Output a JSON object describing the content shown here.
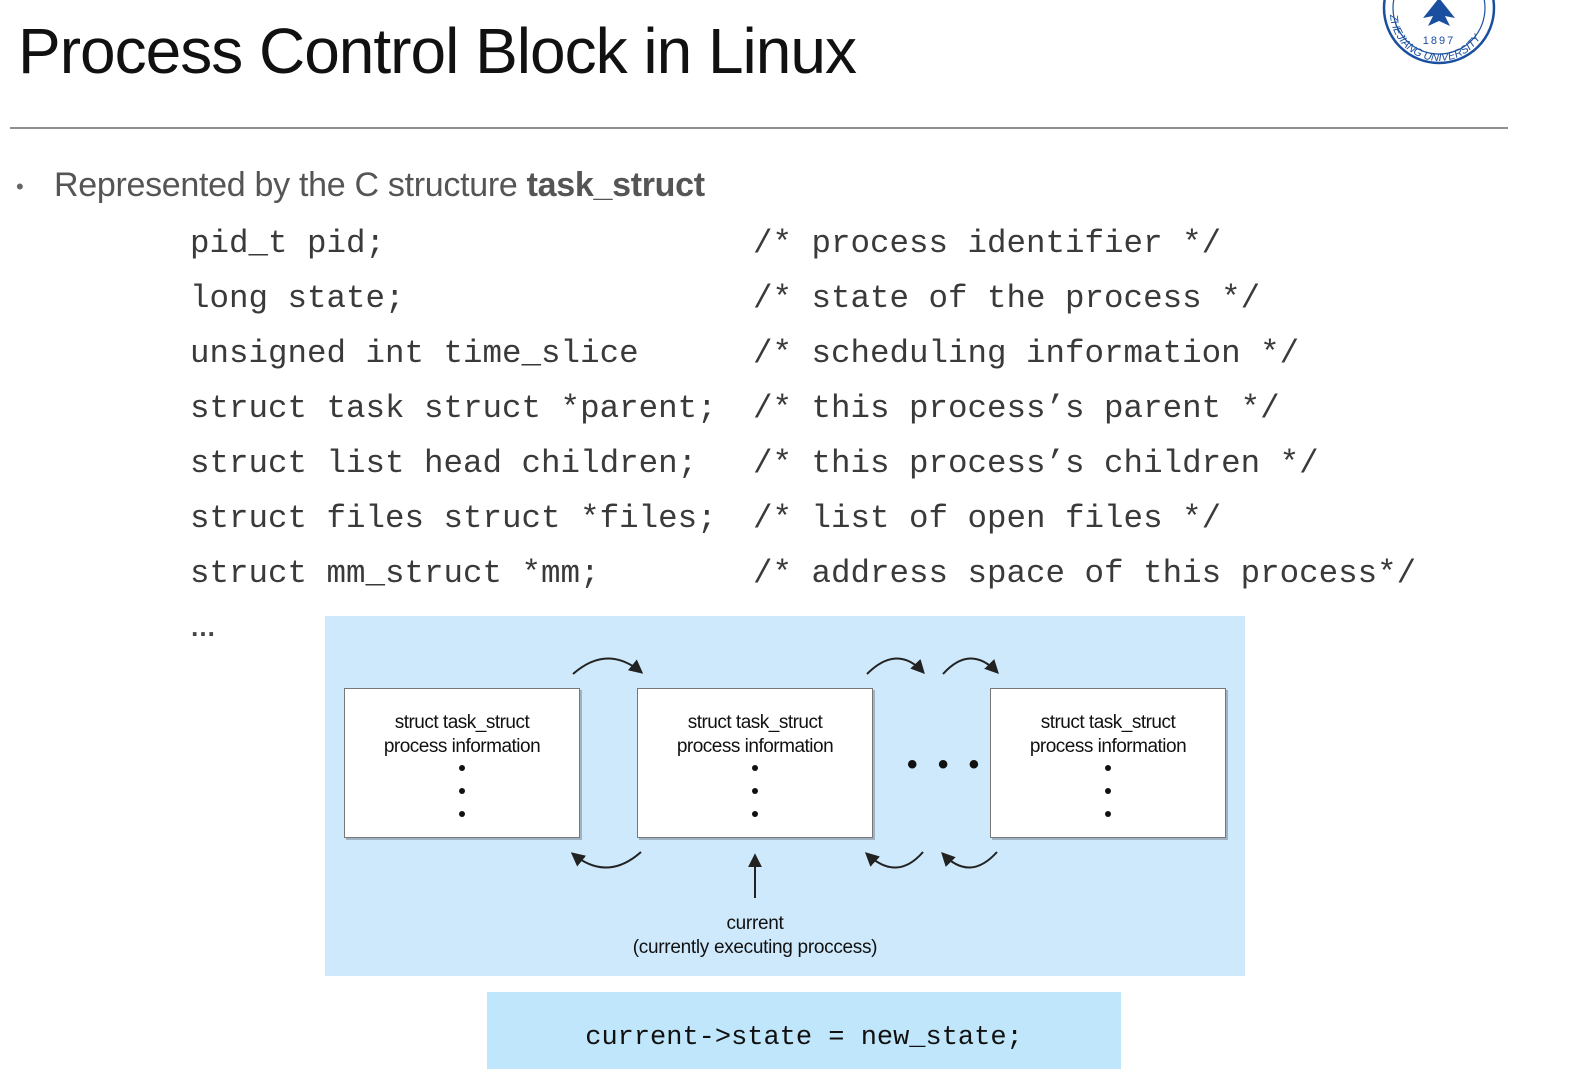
{
  "slide": {
    "title": "Process Control Block in Linux",
    "logo": {
      "year": "1897",
      "text": "ZHEJIANG UNIVERSITY",
      "color": "#1a4fa0"
    }
  },
  "bullet": {
    "prefix": "Represented by the C structure ",
    "keyword": "task_struct"
  },
  "code_lines": [
    {
      "decl": "pid_t pid;",
      "comment": "/* process identifier */"
    },
    {
      "decl": "long state;",
      "comment": "/* state of the process */"
    },
    {
      "decl": "unsigned int time_slice",
      "comment": "/* scheduling information */"
    },
    {
      "decl": "struct task struct *parent;",
      "comment": "/* this process’s parent */"
    },
    {
      "decl": "struct list head children;",
      "comment": "/* this process’s children */"
    },
    {
      "decl": "struct files struct *files;",
      "comment": "/* list of open files */"
    },
    {
      "decl": "struct mm_struct *mm;",
      "comment": "/* address space of this process*/"
    }
  ],
  "ellipsis": "…",
  "diagram": {
    "background": "#cde9fb",
    "boxes": [
      {
        "line1": "struct task_struct",
        "line2": "process information"
      },
      {
        "line1": "struct task_struct",
        "line2": "process information"
      },
      {
        "line1": "struct task_struct",
        "line2": "process information"
      }
    ],
    "gap_dots": "• • •",
    "current_label": "current",
    "current_sublabel": "(currently executing proccess)"
  },
  "code_box": {
    "text": "current->state = new_state;",
    "background": "#bfe6fb"
  }
}
